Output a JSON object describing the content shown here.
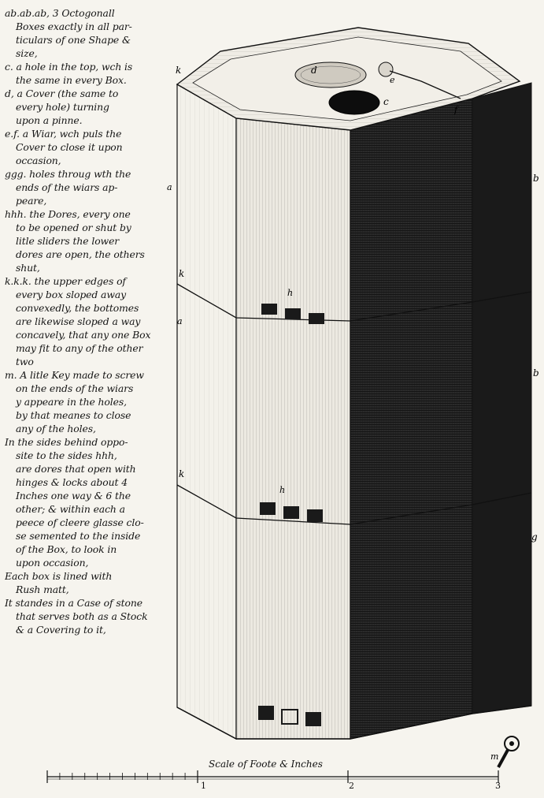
{
  "legend_lines": [
    "ab.ab.ab, 3 Octogonall",
    "Boxes exactly in all par-",
    "ticulars of one Shape &",
    "size,",
    "c. a hole in the top, wch is",
    "the same in every Box.",
    "d, a Cover (the same to",
    "every hole) turning",
    "upon a pinne.",
    "e.f. a Wiar, wch puls the",
    "Cover to close it upon",
    "occasion,",
    "ggg. holes throug wth the",
    "ends of the wiars ap-",
    "peare,",
    "hhh. the Dores, every one",
    "to be opened or shut by",
    "litle sliders the lower",
    "dores are open, the others",
    "shut,",
    "k.k.k. the upper edges of",
    "every box sloped away",
    "convexedly, the bottomes",
    "are likewise sloped a way",
    "concavely, that any one Box",
    "may fit to any of the other",
    "two",
    "m. A litle Key made to screw",
    "on the ends of the wiars",
    "y appeare in the holes,",
    "by that meanes to close",
    "any of the holes,",
    "In the sides behind oppo-",
    "site to the sides hhh,",
    "are dores that open with",
    "hinges & locks about 4",
    "Inches one way & 6 the",
    "other; & within each a",
    "peece of cleere glasse clo-",
    "se semented to the inside",
    "of the Box, to look in",
    "upon occasion,",
    "Each box is lined with",
    "Rush matt,",
    "It standes in a Case of stone",
    "that serves both as a Stock",
    "& a Covering to it,"
  ],
  "indent_flags": [
    0,
    1,
    1,
    1,
    0,
    1,
    0,
    1,
    1,
    0,
    1,
    1,
    0,
    1,
    1,
    0,
    1,
    1,
    1,
    1,
    0,
    1,
    1,
    1,
    1,
    1,
    1,
    0,
    1,
    1,
    1,
    1,
    0,
    1,
    1,
    1,
    1,
    1,
    1,
    1,
    1,
    1,
    0,
    1,
    0,
    1,
    1
  ],
  "figure_letters": {
    "a1": "a",
    "a2": "a",
    "b1": "b",
    "b2": "b",
    "c": "c",
    "d": "d",
    "e": "e",
    "f": "f",
    "k1": "k",
    "k2": "k",
    "k3": "k",
    "h1": "h",
    "h2": "h",
    "g1": "g",
    "m": "m"
  },
  "scale": {
    "title": "Scale of Foote & Inches",
    "n1": "1",
    "n2": "2",
    "n3": "3"
  }
}
